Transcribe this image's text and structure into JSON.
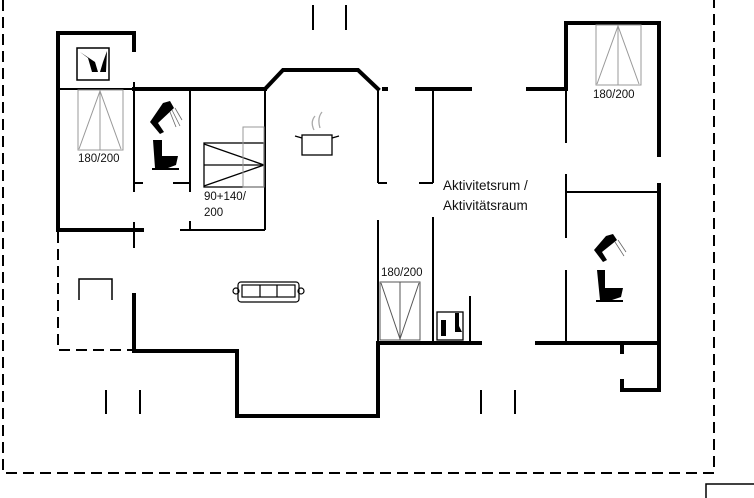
{
  "plan": {
    "rooms": {
      "bedroom_left_bed": "180/200",
      "stair_bed": [
        "90+140/",
        "200"
      ],
      "bedroom_right_bed": "180/200",
      "bedroom_mid_bed": "180/200",
      "activity_room": [
        "Aktivitetsrum /",
        "Aktivitätsraum"
      ]
    },
    "icons": [
      "washer-dryer-icon",
      "bed-icon",
      "shower-icon",
      "toilet-icon",
      "stairs-icon",
      "cooking-pot-icon",
      "sofa-icon",
      "sauna-icon"
    ],
    "colors": {
      "wall": "#000000",
      "furniture": "#888888"
    }
  }
}
